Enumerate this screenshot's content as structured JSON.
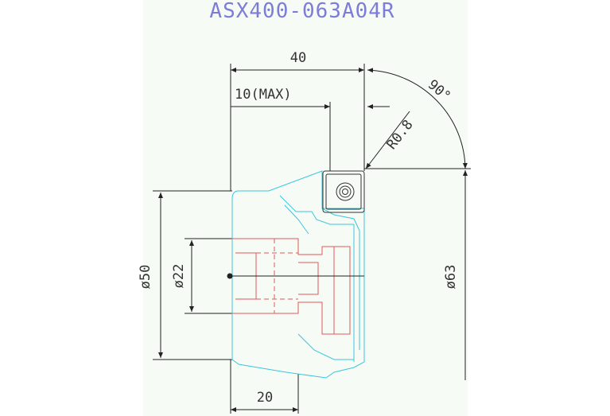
{
  "title": "ASX400-063A04R",
  "dimensions": {
    "length": "40",
    "max_depth": "10(MAX)",
    "angle": "90°",
    "corner_radius": "R0.8",
    "body_diameter": "ø50",
    "bore_diameter": "ø22",
    "cutting_diameter": "ø63",
    "bore_depth": "20"
  },
  "colors": {
    "title": "#7d7dd8",
    "body_outline": "#3cc6dc",
    "bore_outline": "#e05a5a",
    "dimension": "#222222"
  }
}
